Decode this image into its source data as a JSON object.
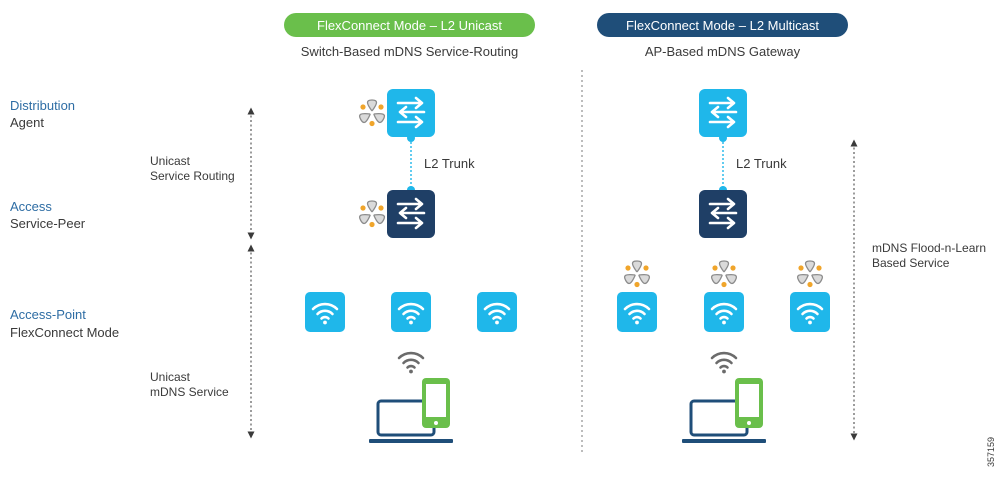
{
  "columns": {
    "left": {
      "mode_label": "FlexConnect Mode – L2 Unicast",
      "subtitle": "Switch-Based mDNS Service-Routing",
      "pill_color": "#6abf4b"
    },
    "right": {
      "mode_label": "FlexConnect Mode – L2 Multicast",
      "subtitle": "AP-Based mDNS Gateway",
      "pill_color": "#1f4e79"
    }
  },
  "rows": {
    "distribution": {
      "title": "Distribution",
      "sub": "Agent"
    },
    "access": {
      "title": "Access",
      "sub": "Service-Peer"
    },
    "access_point": {
      "title": "Access-Point",
      "sub": "FlexConnect Mode"
    }
  },
  "notes": {
    "unicast_routing_1": "Unicast",
    "unicast_routing_2": "Service Routing",
    "unicast_service_1": "Unicast",
    "unicast_service_2": "mDNS Service",
    "flood_1": "mDNS Flood-n-Learn",
    "flood_2": "Based Service"
  },
  "links": {
    "left_trunk": "L2 Trunk",
    "right_trunk": "L2 Trunk"
  },
  "figure_id": "357159",
  "colors": {
    "switch_light": "#1fb7ea",
    "switch_dark": "#1f3f66",
    "ap": "#1fb7ea",
    "mdns_petal": "#9a9a9a",
    "mdns_dot": "#f0a52b",
    "phone": "#6abf4b",
    "laptop": "#1f4e79"
  },
  "icons": {
    "switch": "switch-icon",
    "access_point": "wifi-icon",
    "mdns": "mdns-service-icon",
    "client": "laptop-phone-icon"
  }
}
